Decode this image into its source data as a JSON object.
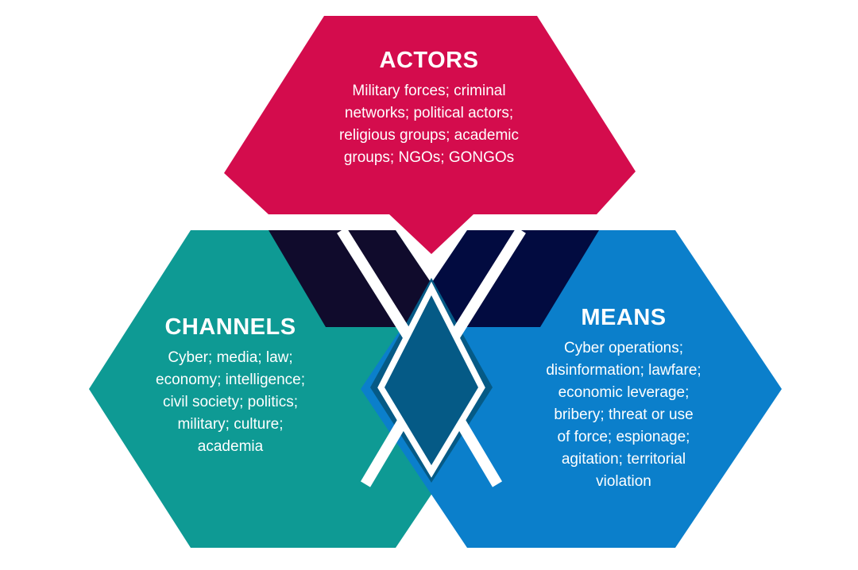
{
  "colors": {
    "actors": "#d40c4d",
    "channels": "#0e9a94",
    "means": "#0b7fcb",
    "overlap_actors_channels": "#100b2c",
    "overlap_actors_means": "#020b40",
    "overlap_center": "#055a86",
    "background": "#ffffff",
    "text": "#ffffff"
  },
  "actors": {
    "title": "ACTORS",
    "lines": [
      "Military forces; criminal",
      "networks; political actors;",
      "religious groups; academic",
      "groups; NGOs; GONGOs"
    ]
  },
  "channels": {
    "title": "CHANNELS",
    "lines": [
      "Cyber; media; law;",
      "economy; intelligence;",
      "civil society; politics;",
      "military; culture;",
      "academia"
    ]
  },
  "means": {
    "title": "MEANS",
    "lines": [
      "Cyber operations;",
      "disinformation; lawfare;",
      "economic leverage;",
      "bribery; threat or use",
      "of force; espionage;",
      "agitation; territorial",
      "violation"
    ]
  }
}
